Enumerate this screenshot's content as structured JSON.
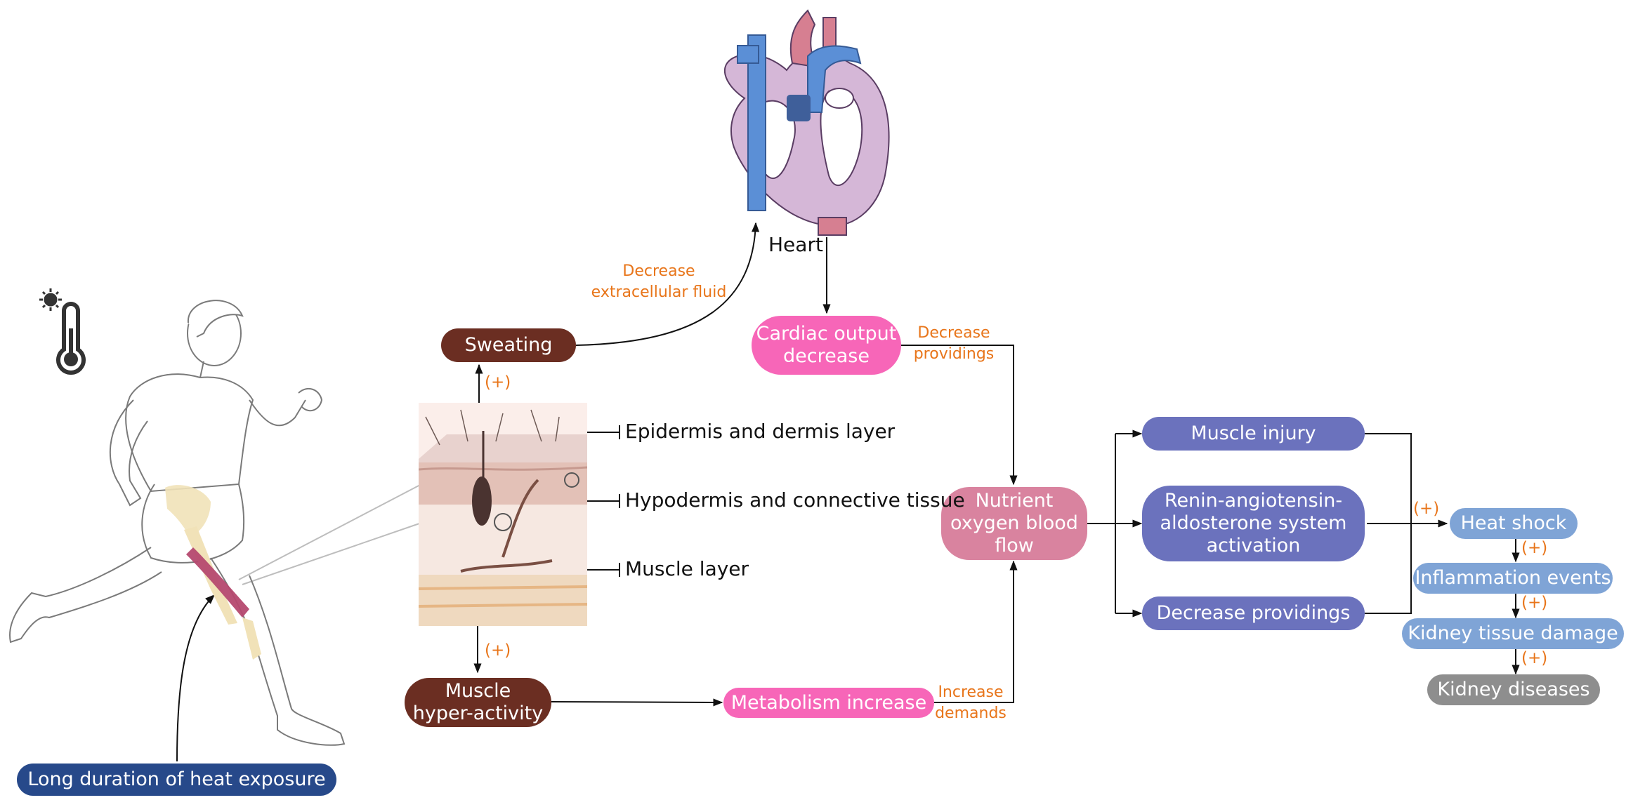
{
  "colors": {
    "brown": "#6b2e22",
    "pink": "#f766b8",
    "rose": "#d9839f",
    "purple": "#6b72bd",
    "blue": "#7fa4d6",
    "gray": "#8e8e8e",
    "navy": "#27498a",
    "orange": "#e8751a"
  },
  "icons": [
    "thermometer-sun-icon",
    "runner-illustration",
    "heart-illustration",
    "skin-cross-section-illustration"
  ],
  "nodes": {
    "heat_exposure": "Long duration of heat exposure",
    "sweating": "Sweating",
    "muscle_hyperactivity": "Muscle\nhyper-activity",
    "heart": "Heart",
    "cardiac_output": "Cardiac output\ndecrease",
    "metabolism": "Metabolism increase",
    "nutrient_flow": "Nutrient\noxygen blood\nflow",
    "muscle_injury": "Muscle injury",
    "raas": "Renin-angiotensin-\naldosterone system\nactivation",
    "decrease_providings": "Decrease providings",
    "heat_shock": "Heat shock",
    "inflammation": "Inflammation events",
    "kidney_damage": "Kidney tissue damage",
    "kidney_diseases": "Kidney diseases"
  },
  "skin_layers": {
    "epidermis": "Epidermis and dermis layer",
    "hypodermis": "Hypodermis and connective tissue",
    "muscle": "Muscle layer"
  },
  "edge_labels": {
    "decrease_fluid": "Decrease\nextracellular fluid",
    "decrease_providings": "Decrease\nprovidings",
    "increase_demands": "Increase\ndemands",
    "plus": "(+)"
  }
}
